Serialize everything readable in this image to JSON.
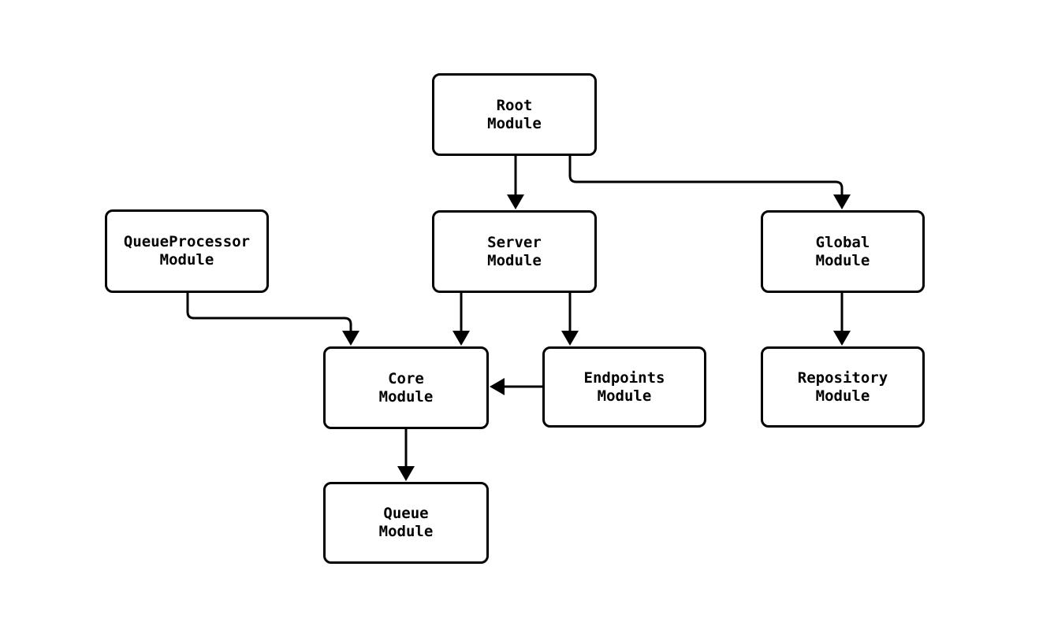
{
  "diagram_type": "module-dependency-flowchart",
  "colors": {
    "bg": "#ffffff",
    "node-fill": "#ffffff",
    "node-border": "#000000",
    "edge": "#000000",
    "text": "#000000"
  },
  "nodes": {
    "root": {
      "line1": "Root",
      "line2": "Module"
    },
    "queue_processor": {
      "line1": "QueueProcessor",
      "line2": "Module"
    },
    "server": {
      "line1": "Server",
      "line2": "Module"
    },
    "global": {
      "line1": "Global",
      "line2": "Module"
    },
    "core": {
      "line1": "Core",
      "line2": "Module"
    },
    "endpoints": {
      "line1": "Endpoints",
      "line2": "Module"
    },
    "repository": {
      "line1": "Repository",
      "line2": "Module"
    },
    "queue": {
      "line1": "Queue",
      "line2": "Module"
    }
  },
  "edges": [
    {
      "from": "Root Module",
      "to": "Server Module"
    },
    {
      "from": "Root Module",
      "to": "Global Module"
    },
    {
      "from": "QueueProcessor Module",
      "to": "Core Module"
    },
    {
      "from": "Server Module",
      "to": "Core Module"
    },
    {
      "from": "Server Module",
      "to": "Endpoints Module"
    },
    {
      "from": "Endpoints Module",
      "to": "Core Module"
    },
    {
      "from": "Global Module",
      "to": "Repository Module"
    },
    {
      "from": "Core Module",
      "to": "Queue Module"
    }
  ]
}
